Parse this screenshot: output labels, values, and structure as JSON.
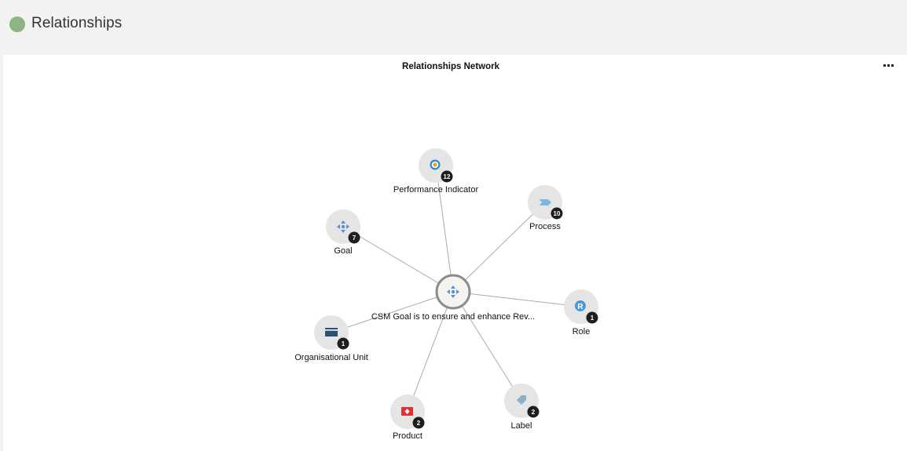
{
  "header": {
    "title": "Relationships",
    "status_color": "#8db584"
  },
  "panel": {
    "title": "Relationships Network",
    "menu_icon": "more-horizontal-icon"
  },
  "network": {
    "center": {
      "label": "CSM Goal is to ensure and enhance Rev...",
      "icon": "goal-crosshair-icon"
    },
    "nodes": [
      {
        "id": "performance-indicator",
        "label": "Performance Indicator",
        "count": "12",
        "icon": "target-icon",
        "color": "#f0a020"
      },
      {
        "id": "process",
        "label": "Process",
        "count": "10",
        "icon": "process-chevron-icon",
        "color": "#7ab8e0"
      },
      {
        "id": "goal",
        "label": "Goal",
        "count": "7",
        "icon": "goal-crosshair-icon",
        "color": "#5a8fd0"
      },
      {
        "id": "role",
        "label": "Role",
        "count": "1",
        "icon": "role-r-icon",
        "color": "#4a9ad8"
      },
      {
        "id": "organisational-unit",
        "label": "Organisational Unit",
        "count": "1",
        "icon": "org-unit-icon",
        "color": "#2e4e78"
      },
      {
        "id": "label",
        "label": "Label",
        "count": "2",
        "icon": "tag-icon",
        "color": "#8ab0c8"
      },
      {
        "id": "product",
        "label": "Product",
        "count": "2",
        "icon": "product-icon",
        "color": "#e03030"
      }
    ]
  }
}
